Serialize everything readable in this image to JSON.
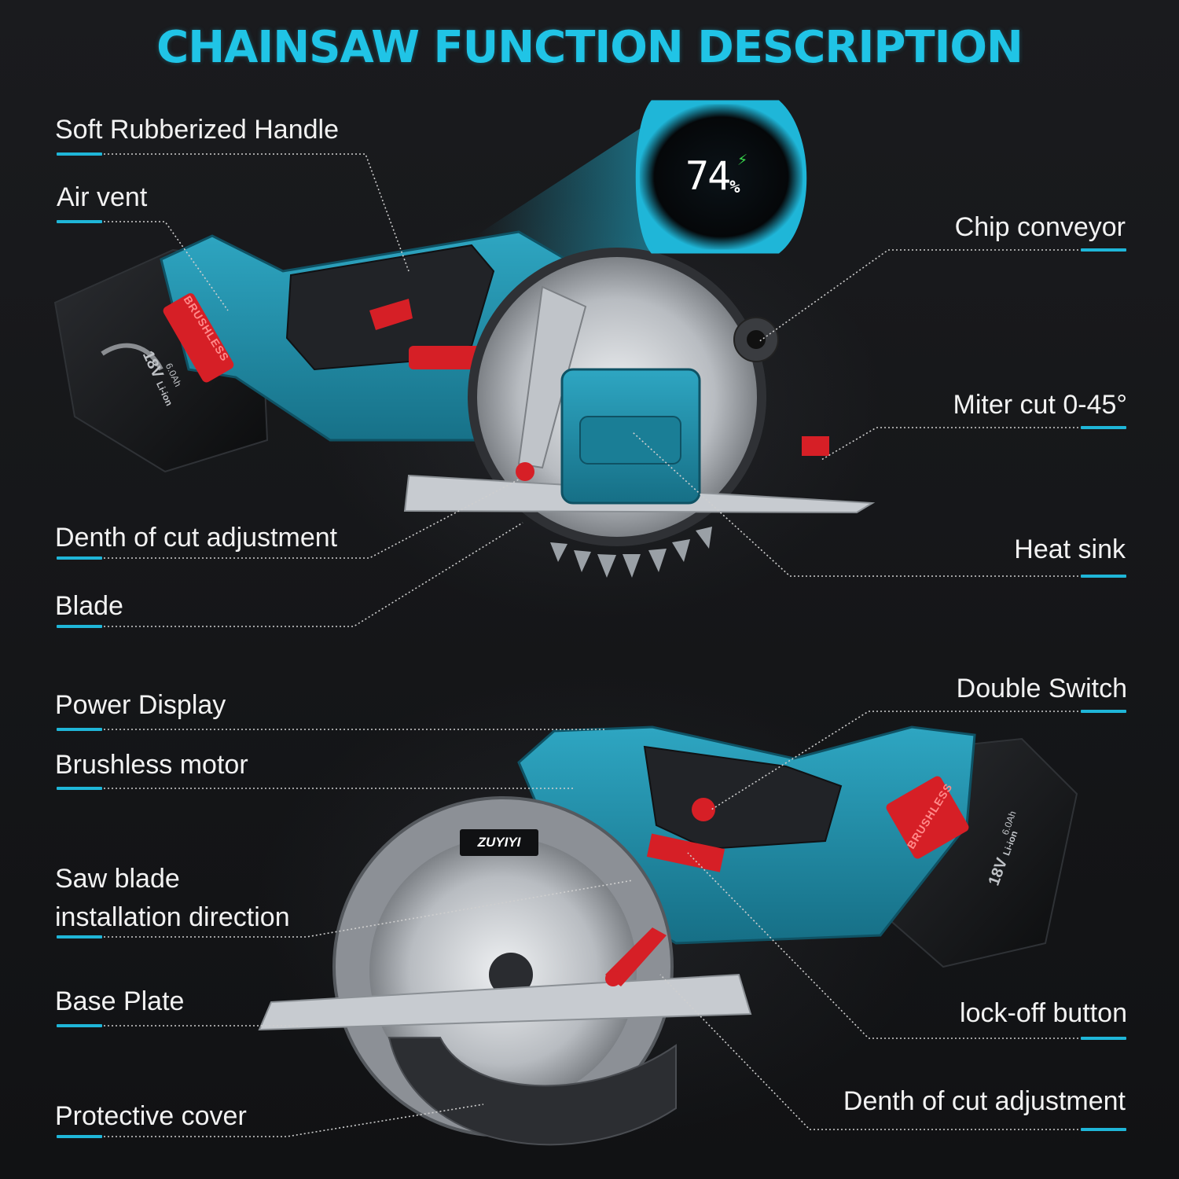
{
  "headline": "CHAINSAW FUNCTION DESCRIPTION",
  "display_readout": {
    "value": "74",
    "unit": "%"
  },
  "brand": "ZUYIYI",
  "battery_text": {
    "voltage": "18V",
    "capacity": "6.0Ah",
    "type": "Li-ion"
  },
  "side_text": "BRUSHLESS",
  "labels": {
    "soft_handle": "Soft Rubberized Handle",
    "air_vent": "Air vent",
    "chip_conveyor": "Chip conveyor",
    "miter_cut": "Miter cut 0-45°",
    "depth_top": "Denth of cut adjustment",
    "heat_sink": "Heat sink",
    "blade": "Blade",
    "power_display": "Power Display",
    "double_switch": "Double Switch",
    "brushless_motor": "Brushless motor",
    "saw_blade_install_line1": "Saw blade",
    "saw_blade_install_line2": "installation direction",
    "base_plate": "Base Plate",
    "lockoff": "lock-off button",
    "protective_cover": "Protective cover",
    "depth_bottom": "Denth of cut adjustment"
  },
  "colors": {
    "accent": "#1fb6d8",
    "tool_teal": "#1e89a3",
    "tool_red": "#d61f26",
    "handle_black": "#202225",
    "metal": "#b9bdc2",
    "background": "#141517"
  },
  "icons": [
    "battery-icon",
    "lightning-icon",
    "arrow-icon"
  ]
}
